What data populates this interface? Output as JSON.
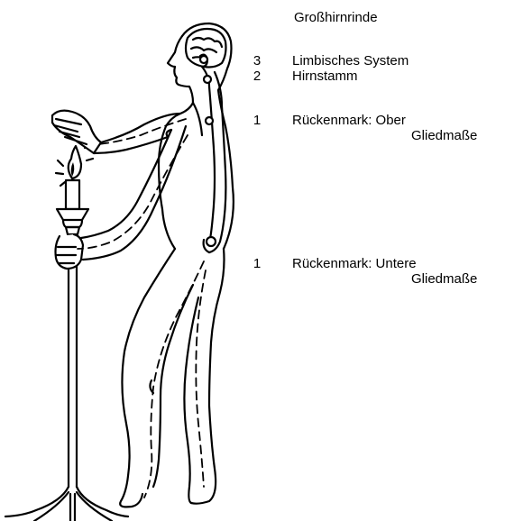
{
  "labels": {
    "cortex": "Großhirnrinde",
    "limbic_number": "3",
    "limbic": "Limbisches System",
    "brainstem_number": "2",
    "brainstem": "Hirnstamm",
    "upper_number": "1",
    "upper_line1": "Rückenmark: Ober",
    "upper_line2": "Gliedmaße",
    "lower_number": "1",
    "lower_line1": "Rückenmark: Untere",
    "lower_line2": "Gliedmaße"
  }
}
